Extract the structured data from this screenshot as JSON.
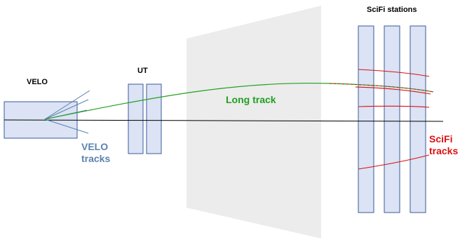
{
  "diagram": {
    "labels": {
      "velo": "VELO",
      "ut": "UT",
      "scifi_stations": "SciFi stations",
      "long_track": "Long track",
      "velo_tracks_line1": "VELO",
      "velo_tracks_line2": "tracks",
      "scifi_tracks_line1": "SciFi",
      "scifi_tracks_line2": "tracks"
    },
    "colors": {
      "detector_fill": "#dbe3f4",
      "detector_stroke": "#3d5a9b",
      "magnet": "#ececec",
      "beam_axis": "#000000",
      "velo_tracks": "#5b82b0",
      "long_track": "#20a020",
      "scifi_tracks": "#dd1111"
    }
  }
}
